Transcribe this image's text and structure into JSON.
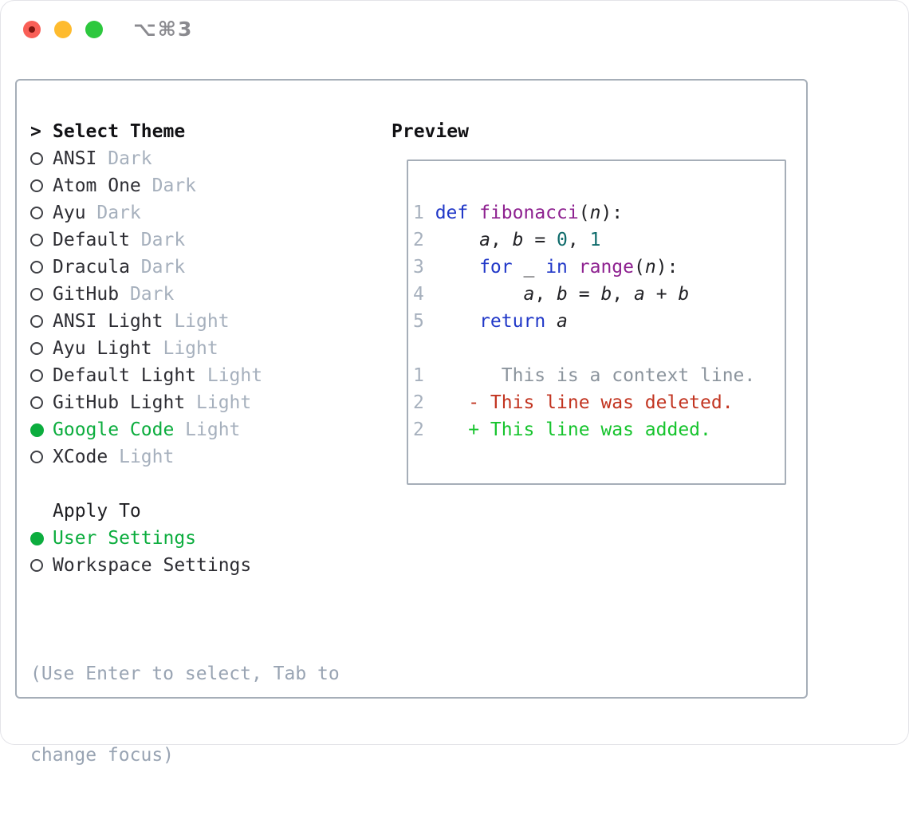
{
  "window": {
    "title": "⌥⌘3"
  },
  "colors": {
    "accent_green": "#0cad3e",
    "added_green": "#16c42d",
    "deleted_red": "#c23420",
    "keyword_blue": "#2138c8",
    "function_purple": "#8e2190",
    "number_teal": "#0e6b6b",
    "muted_gray": "#a6b0bd",
    "context_gray": "#8b949d",
    "help_gray": "#99a4b3",
    "border_gray": "#a6aeb8",
    "text_dark": "#222226",
    "title_gray": "#8a8a8f",
    "light_red": "#f95f57",
    "light_yellow": "#febb2e",
    "light_green": "#2dc83e"
  },
  "select_theme": {
    "prompt": ">",
    "label": "Select Theme",
    "themes": [
      {
        "name": "ANSI",
        "variant": "Dark",
        "selected": false
      },
      {
        "name": "Atom One",
        "variant": "Dark",
        "selected": false
      },
      {
        "name": "Ayu",
        "variant": "Dark",
        "selected": false
      },
      {
        "name": "Default",
        "variant": "Dark",
        "selected": false
      },
      {
        "name": "Dracula",
        "variant": "Dark",
        "selected": false
      },
      {
        "name": "GitHub",
        "variant": "Dark",
        "selected": false
      },
      {
        "name": "ANSI Light",
        "variant": "Light",
        "selected": false
      },
      {
        "name": "Ayu Light",
        "variant": "Light",
        "selected": false
      },
      {
        "name": "Default Light",
        "variant": "Light",
        "selected": false
      },
      {
        "name": "GitHub Light",
        "variant": "Light",
        "selected": false
      },
      {
        "name": "Google Code",
        "variant": "Light",
        "selected": true
      },
      {
        "name": "XCode",
        "variant": "Light",
        "selected": false
      }
    ]
  },
  "apply_to": {
    "label": "Apply To",
    "options": [
      {
        "label": "User Settings",
        "selected": true
      },
      {
        "label": "Workspace Settings",
        "selected": false
      }
    ]
  },
  "help": {
    "line1": "(Use Enter to select, Tab to",
    "line2": "change focus)"
  },
  "preview": {
    "label": "Preview",
    "lines": [
      {
        "no": "1",
        "tokens": [
          [
            "kw",
            "def"
          ],
          [
            "pl",
            " "
          ],
          [
            "fn",
            "fibonacci"
          ],
          [
            "pl",
            "("
          ],
          [
            "var",
            "n"
          ],
          [
            "pl",
            "):"
          ]
        ]
      },
      {
        "no": "2",
        "tokens": [
          [
            "pl",
            "    "
          ],
          [
            "var",
            "a"
          ],
          [
            "pl",
            ", "
          ],
          [
            "var",
            "b"
          ],
          [
            "pl",
            " = "
          ],
          [
            "num",
            "0"
          ],
          [
            "pl",
            ", "
          ],
          [
            "num",
            "1"
          ]
        ]
      },
      {
        "no": "3",
        "tokens": [
          [
            "pl",
            "    "
          ],
          [
            "kw",
            "for"
          ],
          [
            "pl",
            " "
          ],
          [
            "var",
            "_"
          ],
          [
            "pl",
            " "
          ],
          [
            "kw",
            "in"
          ],
          [
            "pl",
            " "
          ],
          [
            "fn",
            "range"
          ],
          [
            "pl",
            "("
          ],
          [
            "var",
            "n"
          ],
          [
            "pl",
            "):"
          ]
        ]
      },
      {
        "no": "4",
        "tokens": [
          [
            "pl",
            "        "
          ],
          [
            "var",
            "a"
          ],
          [
            "pl",
            ", "
          ],
          [
            "var",
            "b"
          ],
          [
            "pl",
            " = "
          ],
          [
            "var",
            "b"
          ],
          [
            "pl",
            ", "
          ],
          [
            "var",
            "a"
          ],
          [
            "pl",
            " + "
          ],
          [
            "var",
            "b"
          ]
        ]
      },
      {
        "no": "5",
        "tokens": [
          [
            "pl",
            "    "
          ],
          [
            "kw",
            "return"
          ],
          [
            "pl",
            " "
          ],
          [
            "var",
            "a"
          ]
        ]
      },
      {
        "no": "",
        "tokens": []
      },
      {
        "no": "1",
        "tokens": [
          [
            "ctx",
            "      This is a context line."
          ]
        ]
      },
      {
        "no": "2",
        "tokens": [
          [
            "del",
            "   - This line was deleted."
          ]
        ]
      },
      {
        "no": "2",
        "tokens": [
          [
            "add",
            "   + This line was added."
          ]
        ]
      }
    ]
  }
}
